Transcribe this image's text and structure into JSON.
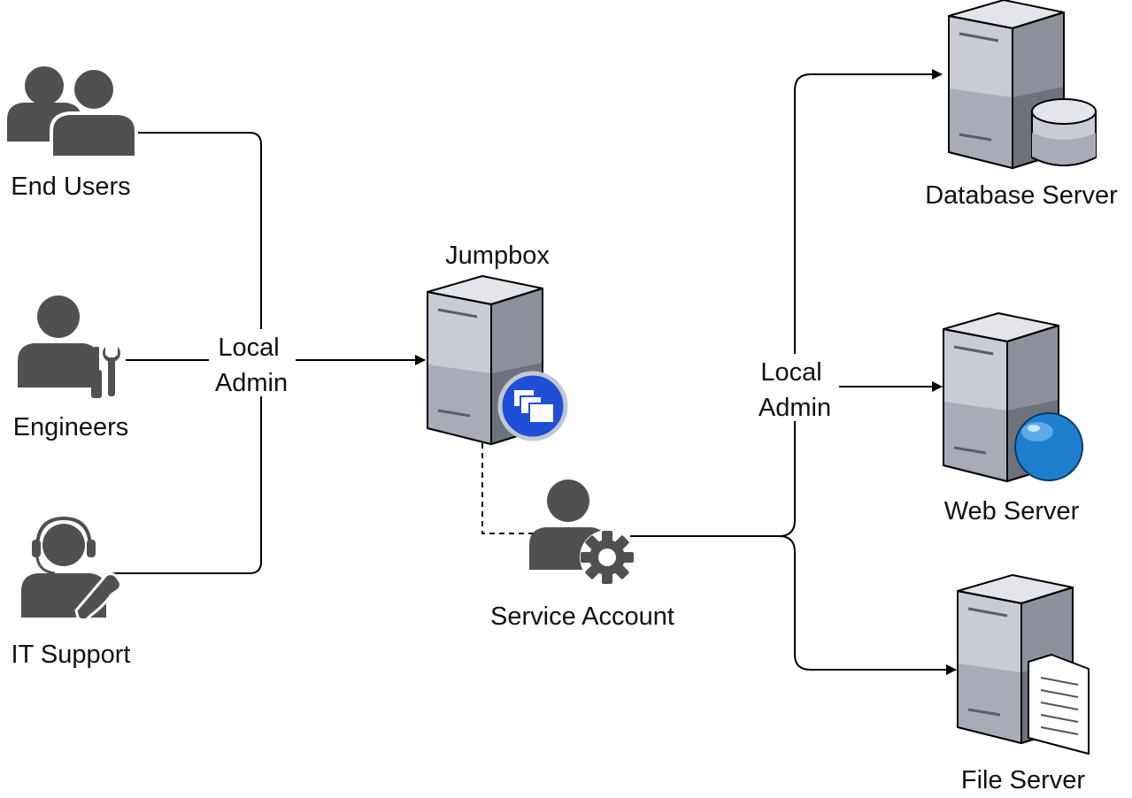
{
  "nodes": {
    "end_users": "End Users",
    "engineers": "Engineers",
    "it_support": "IT Support",
    "jumpbox": "Jumpbox",
    "service_account": "Service Account",
    "database_server": "Database Server",
    "web_server": "Web Server",
    "file_server": "File Server"
  },
  "edges": {
    "users_to_jumpbox": {
      "label_line1": "Local",
      "label_line2": "Admin"
    },
    "service_to_servers": {
      "label_line1": "Local",
      "label_line2": "Admin"
    }
  },
  "colors": {
    "person": "#505050",
    "line": "#000000",
    "server_light": "#c8cbd4",
    "server_mid": "#a3a7b2",
    "server_dark": "#6f737d",
    "badge_blue": "#1f4fd6",
    "globe_blue": "#1e7fcf"
  }
}
